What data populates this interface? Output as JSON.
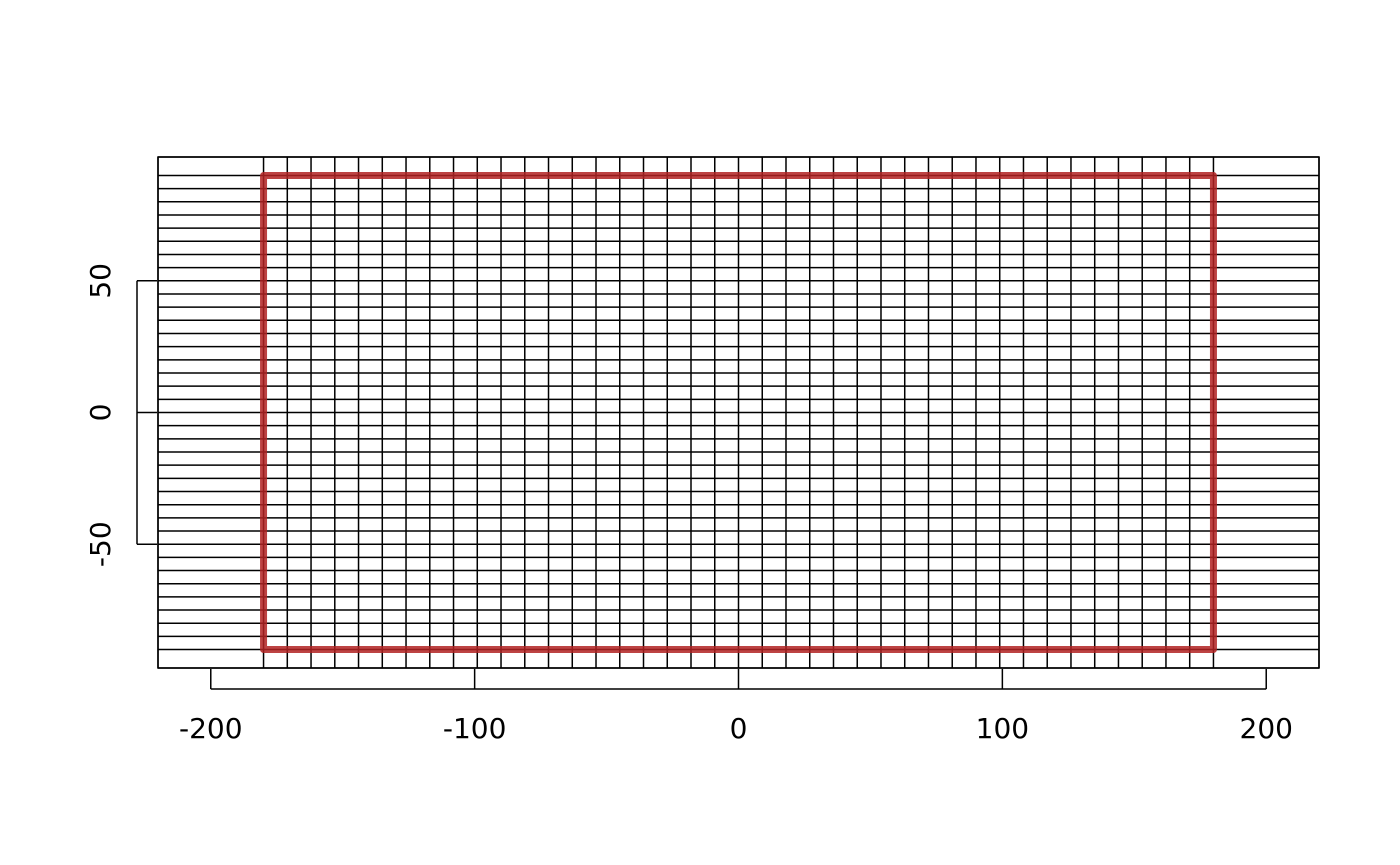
{
  "chart_data": {
    "type": "grid",
    "title": "",
    "xlabel": "",
    "ylabel": "",
    "xlim": [
      -220,
      220
    ],
    "ylim": [
      -97,
      97
    ],
    "x_ticks": [
      -200,
      -100,
      0,
      100,
      200
    ],
    "x_tick_labels": [
      "-200",
      "-100",
      "0",
      "100",
      "200"
    ],
    "y_ticks": [
      -50,
      0,
      50
    ],
    "y_tick_labels": [
      "-50",
      "0",
      "50"
    ],
    "grid": {
      "x_breaks": [
        -220,
        -180,
        -171,
        -162,
        -153,
        -144,
        -135,
        -126,
        -117,
        -108,
        -99,
        -90,
        -81,
        -72,
        -63,
        -54,
        -45,
        -36,
        -27,
        -18,
        -9,
        0,
        9,
        18,
        27,
        36,
        45,
        54,
        63,
        72,
        81,
        90,
        99,
        108,
        117,
        126,
        135,
        144,
        153,
        162,
        171,
        180,
        220
      ],
      "y_breaks": [
        -97,
        -90,
        -85,
        -80,
        -75,
        -70,
        -65,
        -60,
        -55,
        -50,
        -45,
        -40,
        -35,
        -30,
        -25,
        -20,
        -15,
        -10,
        -5,
        0,
        5,
        10,
        15,
        20,
        25,
        30,
        35,
        40,
        45,
        50,
        55,
        60,
        65,
        70,
        75,
        80,
        85,
        90,
        97
      ],
      "color": "#000000"
    },
    "outline": {
      "xmin": -180,
      "xmax": 180,
      "ymin": -90,
      "ymax": 90,
      "color": "#b22222"
    }
  }
}
